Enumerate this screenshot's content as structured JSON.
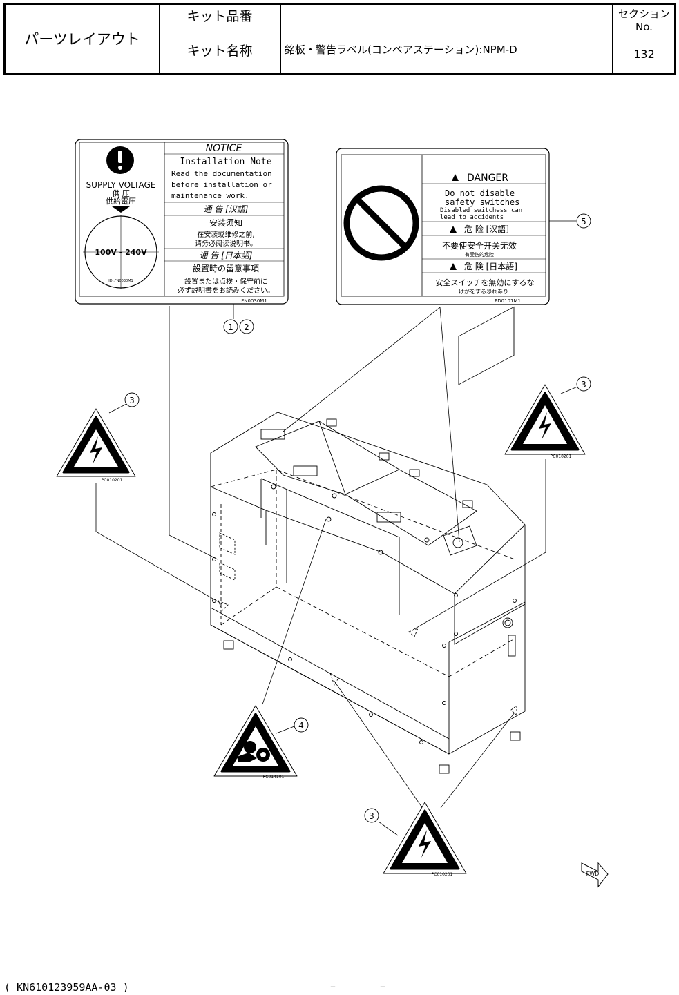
{
  "header": {
    "title": "パーツレイアウト",
    "kit_number_label": "キット品番",
    "kit_number_value": "",
    "kit_name_label": "キット名称",
    "kit_name_value": "銘板・警告ラベル(コンベアステーション):NPM-D",
    "section_label": "セクションNo.",
    "section_value": "132"
  },
  "notice_label": {
    "title": "NOTICE",
    "subtitle": "Installation Note",
    "body_en": [
      "Read the documentation",
      "before installation or",
      "maintenance work."
    ],
    "cn_header": "通 告 [汉語]",
    "cn_title": "安装须知",
    "cn_body": [
      "在安装或维修之前,",
      "请务必阅读说明书。"
    ],
    "jp_header": "通 告 [日本語]",
    "jp_title": "設置時の留意事項",
    "jp_body": [
      "設置または点検・保守前に",
      "必ず説明書をお読みください。"
    ],
    "supply_voltage": "SUPPLY VOLTAGE",
    "supply_cn": "供 压",
    "supply_jp": "供給電圧",
    "voltage": "100V - 240V",
    "id_text": "ID :FN0030M1",
    "code": "FN0030M1"
  },
  "danger_label": {
    "title": "DANGER",
    "body_en": [
      "Do not disable",
      "safety switches"
    ],
    "small_en": [
      "Disabled switchess can",
      "lead to accidents"
    ],
    "cn_header": "危 险 [汉語]",
    "cn_body": "不要使安全开关无效",
    "cn_small": "有受伤的危险",
    "jp_header": "危 険 [日本語]",
    "jp_body": "安全スイッチを無効にするな",
    "jp_small": "けがをする恐れあり",
    "code": "PD0101M1"
  },
  "callouts": {
    "c1": "1",
    "c2": "2",
    "c3a": "3",
    "c3b": "3",
    "c3c": "3",
    "c4": "4",
    "c5": "5"
  },
  "triangle_codes": {
    "left": "PC010201",
    "right": "PC010201",
    "bottom": "PC010201",
    "pinch": "PC014101"
  },
  "arrow_label": "FWD",
  "footer": {
    "code": "( KN610123959AA-03 )",
    "dash1": "–",
    "dash2": "–"
  }
}
